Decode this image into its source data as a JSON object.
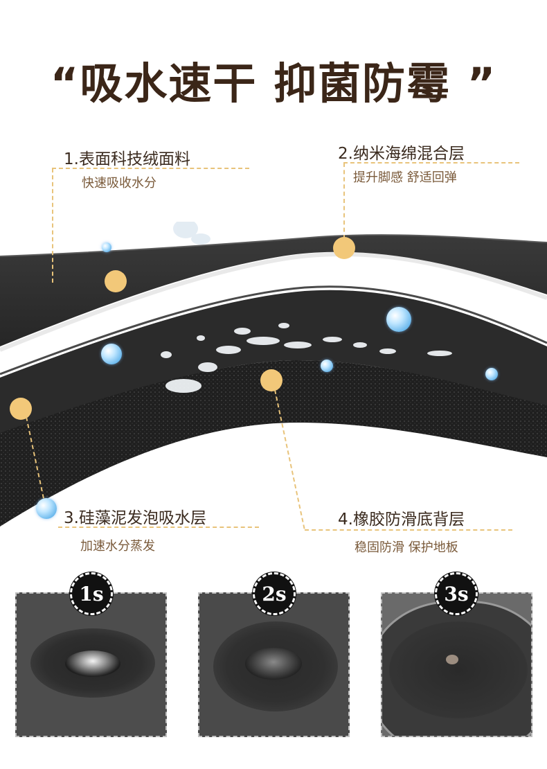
{
  "headline": "“吸水速干 抑菌防霉 ”",
  "layers": [
    {
      "title": "1.表面科技绒面料",
      "subtitle": "快速吸收水分"
    },
    {
      "title": "2.纳米海绵混合层",
      "subtitle": "提升脚感 舒适回弹"
    },
    {
      "title": "3.硅藻泥发泡吸水层",
      "subtitle": "加速水分蒸发"
    },
    {
      "title": "4.橡胶防滑底背层",
      "subtitle": "稳固防滑 保护地板"
    }
  ],
  "time_steps": [
    "1s",
    "2s",
    "3s"
  ],
  "colors": {
    "headline": "#3b2618",
    "accent": "#f2c879",
    "dash": "#e8c37a",
    "mat": "#2e2e2e"
  }
}
